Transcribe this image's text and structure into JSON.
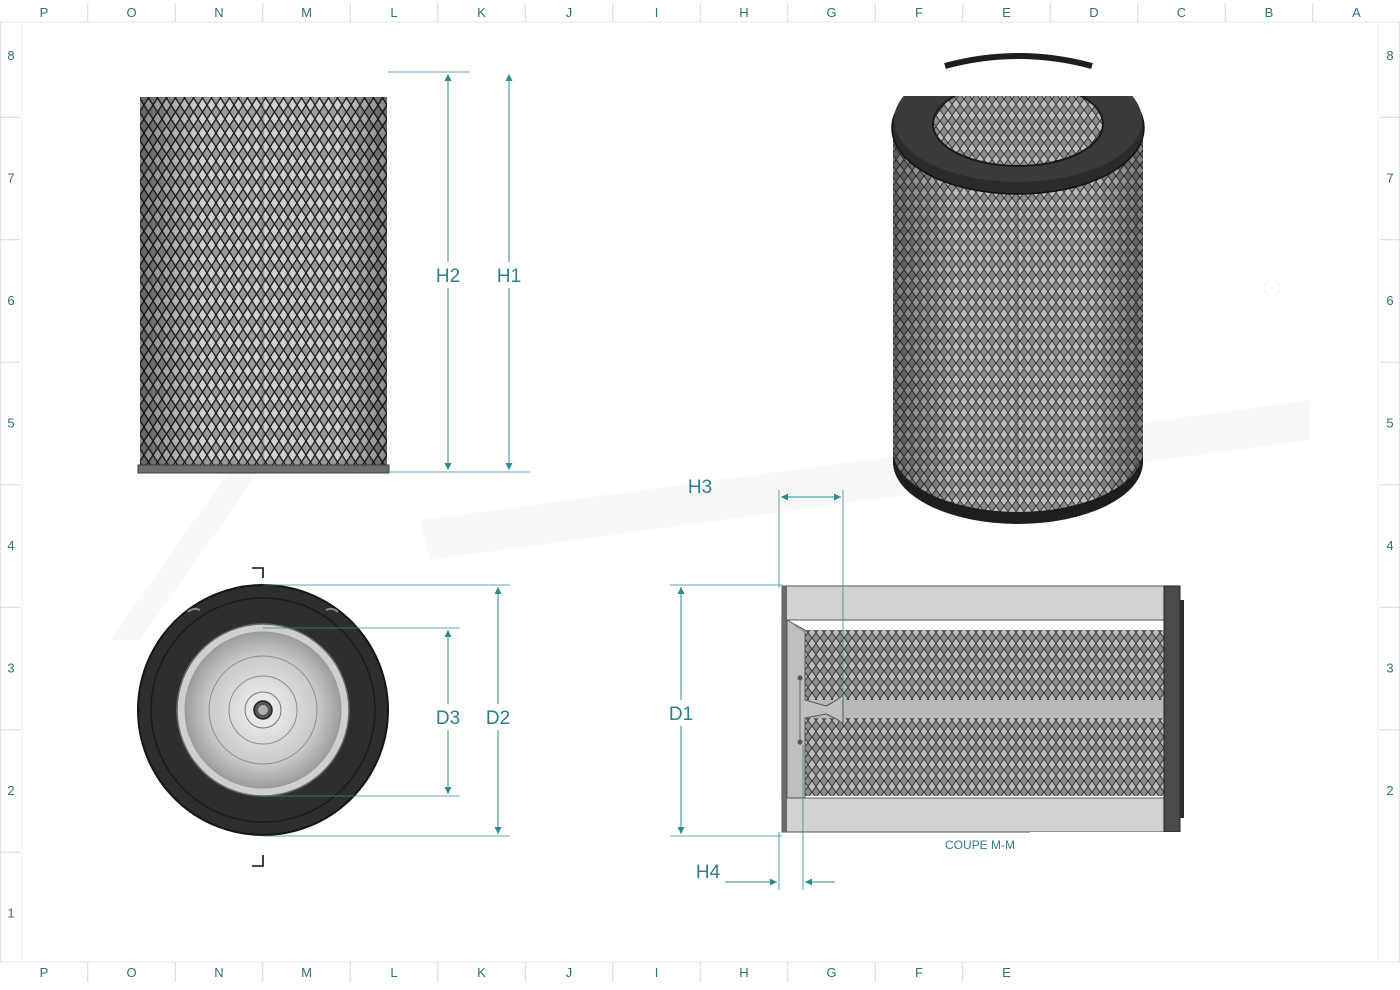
{
  "sheet": {
    "letters_top": [
      "P",
      "O",
      "N",
      "M",
      "L",
      "K",
      "J",
      "I",
      "H",
      "G",
      "F",
      "E",
      "D",
      "C",
      "B",
      "A"
    ],
    "letters_bottom": [
      "P",
      "O",
      "N",
      "M",
      "L",
      "K",
      "J",
      "I",
      "H",
      "G",
      "F",
      "E"
    ],
    "numbers_left": [
      "8",
      "7",
      "6",
      "5",
      "4",
      "3",
      "2",
      "1"
    ],
    "numbers_right": [
      "8",
      "7",
      "6",
      "5",
      "4",
      "3",
      "2"
    ]
  },
  "dimensions": {
    "h1": "H1",
    "h2": "H2",
    "h3": "H3",
    "h4": "H4",
    "d1": "D1",
    "d2": "D2",
    "d3": "D3"
  },
  "section_caption": "COUPE M-M",
  "colors": {
    "dimension_line": "#2f8a8f",
    "frame": "#c9d6d8",
    "mesh_dark": "#2b2b2b",
    "cap_grey": "#cfcfcf"
  }
}
